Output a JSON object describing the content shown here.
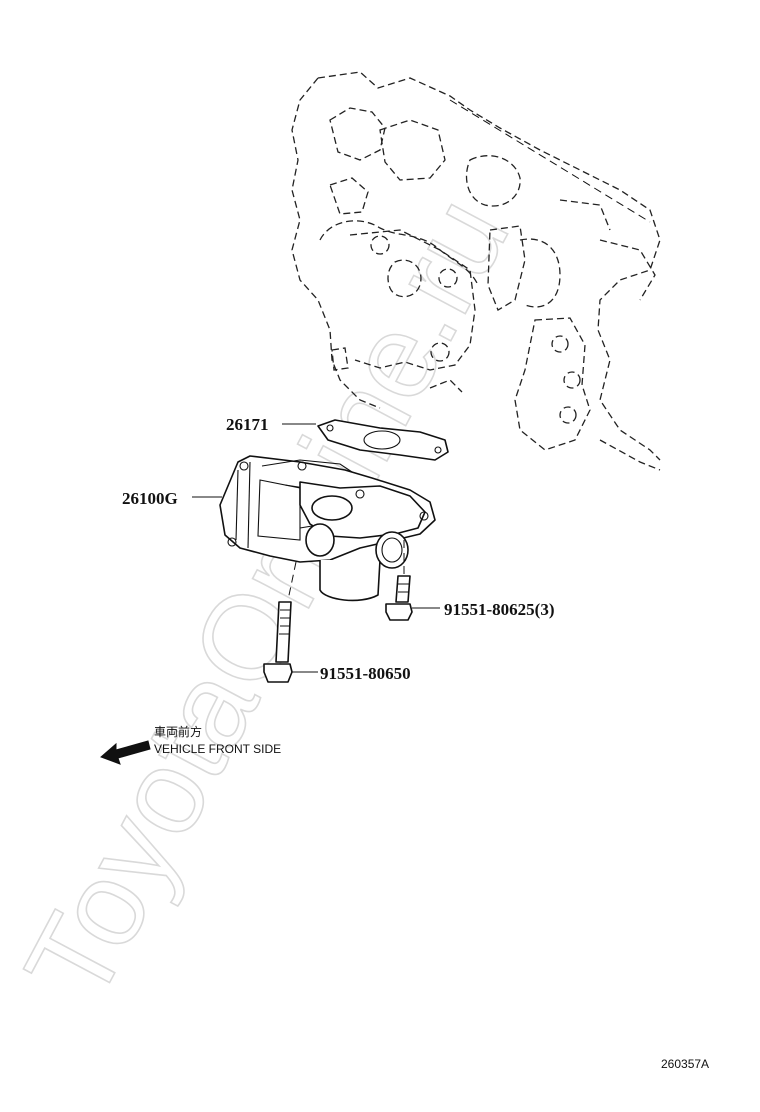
{
  "watermark": "ToyotaOrMine.ru",
  "parts": {
    "gasket": "26171",
    "throttle_body": "26100G",
    "bolt_short": "91551-80625(3)",
    "bolt_long": "91551-80650"
  },
  "direction_note": {
    "japanese": "車両前方",
    "english": "VEHICLE FRONT SIDE"
  },
  "reference_code": "260357A"
}
